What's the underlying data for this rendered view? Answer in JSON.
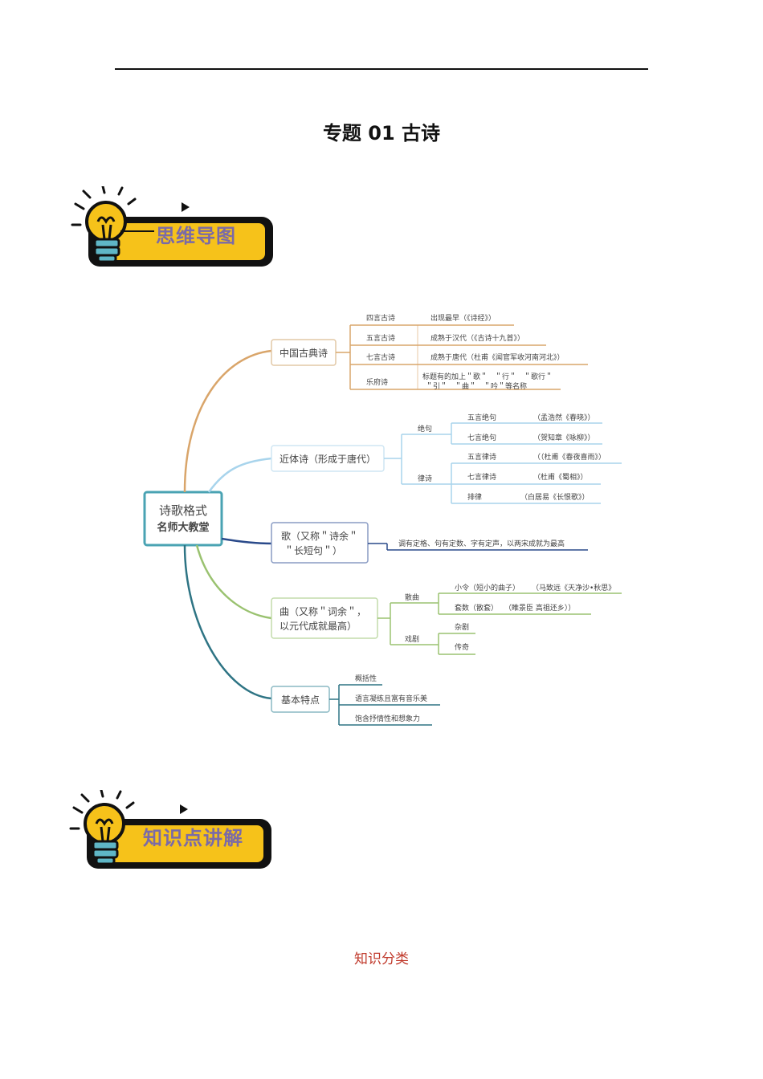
{
  "page": {
    "title": "专题 01  古诗",
    "banner1": "思维导图",
    "banner2": "知识点讲解",
    "footer": "知识分类"
  },
  "mindmap": {
    "root_line1": "诗歌格式",
    "root_line2": "名师大教堂",
    "b1": {
      "label": "中国古典诗",
      "items": [
        {
          "name": "四言古诗",
          "desc": "出现最早（《诗经》）"
        },
        {
          "name": "五言古诗",
          "desc": "成熟于汉代（《古诗十九首》）"
        },
        {
          "name": "七言古诗",
          "desc": "成熟于唐代（杜甫《闻官军收河南河北》）"
        },
        {
          "name": "乐府诗",
          "desc1": "标题有的加上＂歌＂　＂行＂　＂歌行＂",
          "desc2": "＂引＂　＂曲＂　＂吟＂等名称"
        }
      ]
    },
    "b2": {
      "label": "近体诗（形成于唐代）",
      "g1": "绝句",
      "g2": "律诗",
      "items": [
        {
          "name": "五言绝句",
          "desc": "（孟浩然《春晓》）"
        },
        {
          "name": "七言绝句",
          "desc": "（贺知章《咏柳》）"
        },
        {
          "name": "五言律诗",
          "desc": "（（杜甫《春夜喜雨》）"
        },
        {
          "name": "七言律诗",
          "desc": "（杜甫《蜀相》）"
        },
        {
          "name": "排律",
          "desc": "（白居易《长恨歌》）"
        }
      ]
    },
    "b3": {
      "line1": "歌（又称＂诗余＂",
      "line2": "＂长短句＂）",
      "desc": "调有定格、句有定数、字有定声，以两宋成就为最高"
    },
    "b4": {
      "line1": "曲（又称＂词余＂，",
      "line2": "以元代成就最高）",
      "g1": "散曲",
      "g2": "戏剧",
      "items": [
        {
          "name": "小令（短小的曲子）",
          "desc": "（马致远《天净沙•秋思》"
        },
        {
          "name": "套数（散套）",
          "desc": "（睢景臣 高祖还乡））"
        },
        {
          "name": "杂剧"
        },
        {
          "name": "传奇"
        }
      ]
    },
    "b5": {
      "label": "基本特点",
      "items": [
        "概括性",
        "语言凝练且富有音乐美",
        "饱含抒情性和想象力"
      ]
    }
  },
  "colors": {
    "banner_yellow": "#f6c21a",
    "branch1": "#d9a56a",
    "branch2": "#a8d4ec",
    "branch3": "#2a4a8a",
    "branch4": "#9ac270",
    "branch5": "#2e7484",
    "root_border": "#4aa3b3",
    "footer_red": "#c0392b"
  }
}
